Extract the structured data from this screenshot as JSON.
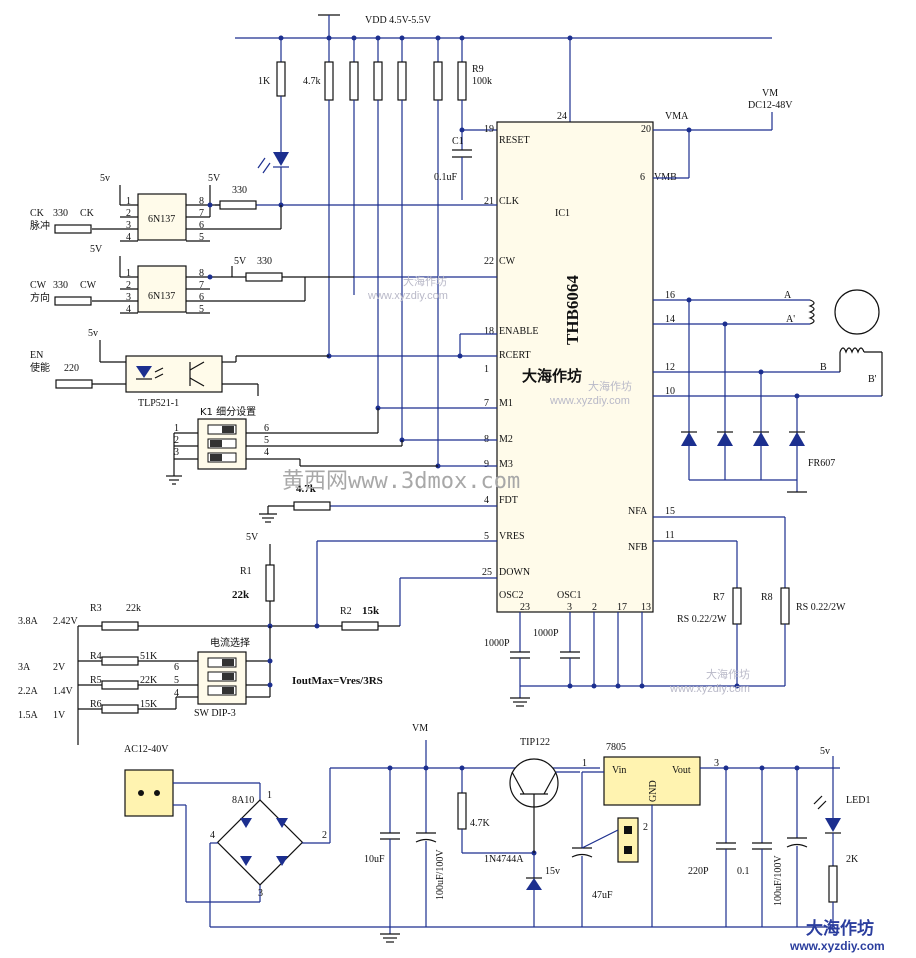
{
  "ic": {
    "part": "THB6064",
    "ref": "IC1",
    "left_pins": [
      {
        "num": "19",
        "name": "RESET"
      },
      {
        "num": "21",
        "name": "CLK"
      },
      {
        "num": "22",
        "name": "CW"
      },
      {
        "num": "18",
        "name": "ENABLE"
      },
      {
        "num": "",
        "name": "RCERT"
      },
      {
        "num": "1",
        "name": ""
      },
      {
        "num": "7",
        "name": "M1"
      },
      {
        "num": "8",
        "name": "M2"
      },
      {
        "num": "9",
        "name": "M3"
      },
      {
        "num": "4",
        "name": "FDT"
      },
      {
        "num": "5",
        "name": "VRES"
      },
      {
        "num": "25",
        "name": "DOWN"
      }
    ],
    "right_pins": [
      {
        "num": "20",
        "name": "VMA"
      },
      {
        "num": "6",
        "name": "VMB"
      },
      {
        "num": "16",
        "name": ""
      },
      {
        "num": "14",
        "name": ""
      },
      {
        "num": "12",
        "name": ""
      },
      {
        "num": "10",
        "name": ""
      },
      {
        "num": "15",
        "name": "NFA"
      },
      {
        "num": "11",
        "name": "NFB"
      }
    ],
    "top_pin": "24",
    "bottom_pins": [
      {
        "num": "23",
        "name": "OSC2"
      },
      {
        "num": "3",
        "name": "OSC1"
      },
      {
        "num": "2",
        "name": ""
      },
      {
        "num": "17",
        "name": ""
      },
      {
        "num": "13",
        "name": ""
      }
    ]
  },
  "labels": {
    "vdd": "VDD 4.5V-5.5V",
    "vm_top": "VM",
    "vm_range": "DC12-48V",
    "r9": "R9",
    "r9_val": "100k",
    "r_1k": "1K",
    "r_47k": "4.7k",
    "c1": "C1",
    "c1_val": "0.1uF",
    "opto1": "6N137",
    "opto2": "6N137",
    "opto3": "TLP521-1",
    "v5a": "5v",
    "v5b": "5V",
    "v5c": "5V",
    "v5d": "5V",
    "v5e": "5v",
    "r330_a": "330",
    "r330_b": "330",
    "ck_sig": "CK",
    "ck_res": "330",
    "ck_pin": "CK",
    "ck_cn": "脉冲",
    "cw_sig": "CW",
    "cw_res": "330",
    "cw_pin": "CW",
    "cw_cn": "方向",
    "en_sig": "EN",
    "en_cn": "使能",
    "en_res": "220",
    "k1": "K1 细分设置",
    "fdt_res": "4.7k",
    "r1": "R1",
    "r1_val": "22k",
    "r2": "R2",
    "r2_val": "15k",
    "r3": "R3",
    "r3_val": "22k",
    "r4": "R4",
    "r4_val": "51K",
    "r5": "R5",
    "r5_val": "22K",
    "r6": "R6",
    "r6_val": "15K",
    "cur_sel": "电流选择",
    "swdip": "SW DIP-3",
    "formula": "IoutMax=Vres/3RS",
    "cur_rows": [
      {
        "amp": "3.8A",
        "volt": "2.42V"
      },
      {
        "amp": "3A",
        "volt": "2V"
      },
      {
        "amp": "2.2A",
        "volt": "1.4V"
      },
      {
        "amp": "1.5A",
        "volt": "1V"
      }
    ],
    "osc_c1": "1000P",
    "osc_c2": "1000P",
    "r7": "R7",
    "r8": "R8",
    "rs1": "RS 0.22/2W",
    "rs2": "RS 0.22/2W",
    "fr607": "FR607",
    "coil_a": "A",
    "coil_a2": "A'",
    "coil_b": "B",
    "coil_b2": "B'",
    "ac": "AC12-40V",
    "bridge": "8A10",
    "vm_bottom": "VM",
    "tip": "TIP122",
    "reg": "7805",
    "reg_vin": "Vin",
    "reg_vout": "Vout",
    "reg_gnd": "GND",
    "c_10u": "10uF",
    "c_100u_a": "100uF/100V",
    "r_47k_b": "4.7K",
    "zener": "1N4744A",
    "zener_v": "15v",
    "c_47u": "47uF",
    "c_220p": "220P",
    "c_01": "0.1",
    "c_100u_b": "100uF/100V",
    "led1": "LED1",
    "r_2k": "2K",
    "pin1": "1",
    "pin2": "2",
    "pin3": "3",
    "pin4": "4",
    "pin1b": "1",
    "pin3b": "3",
    "pin2b": "2"
  },
  "watermarks": {
    "cn": "大海作坊",
    "url": "www.xyzdiy.com",
    "site": "黄西网www.3dmox.com"
  },
  "brand": {
    "name": "大海作坊",
    "url": "www.xyzdiy.com"
  },
  "colors": {
    "wire": "#1c2f8f",
    "brand": "#2b3e9e"
  }
}
